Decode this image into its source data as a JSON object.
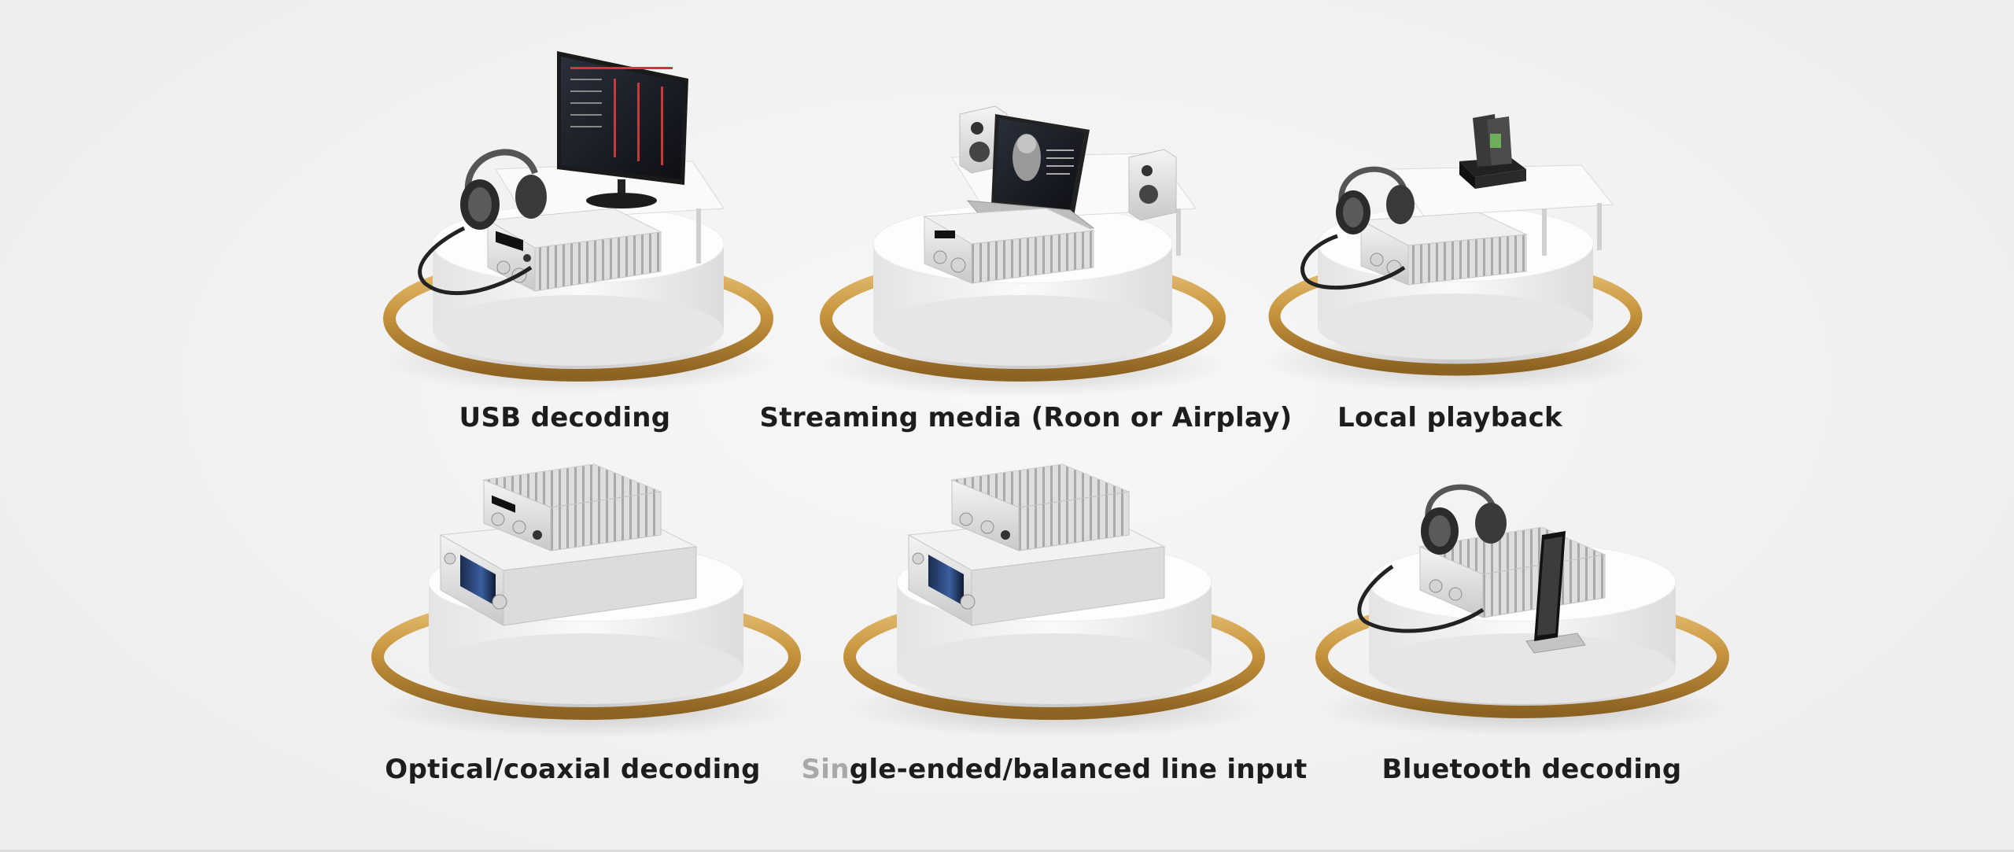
{
  "scenes": [
    {
      "id": "usb",
      "caption": "USB decoding"
    },
    {
      "id": "streaming",
      "caption": "Streaming media (Roon or Airplay)"
    },
    {
      "id": "local",
      "caption": "Local playback"
    },
    {
      "id": "optical",
      "caption": "Optical/coaxial decoding"
    },
    {
      "id": "line",
      "caption_faded": "Sin",
      "caption_rest": "gle-ended/balanced line input"
    },
    {
      "id": "bluetooth",
      "caption": "Bluetooth decoding"
    }
  ],
  "colors": {
    "background": "#f3f3f3",
    "ring_gold": "#c8953e",
    "pedestal": "#ffffff",
    "device_silver": "#e3e3e3",
    "caption_text": "#1d1d1d"
  },
  "icons": [
    "headphones-icon",
    "monitor-icon",
    "laptop-icon",
    "speaker-icon",
    "hard-drive-dock-icon",
    "smartphone-icon",
    "amplifier-icon",
    "streamer-icon"
  ]
}
